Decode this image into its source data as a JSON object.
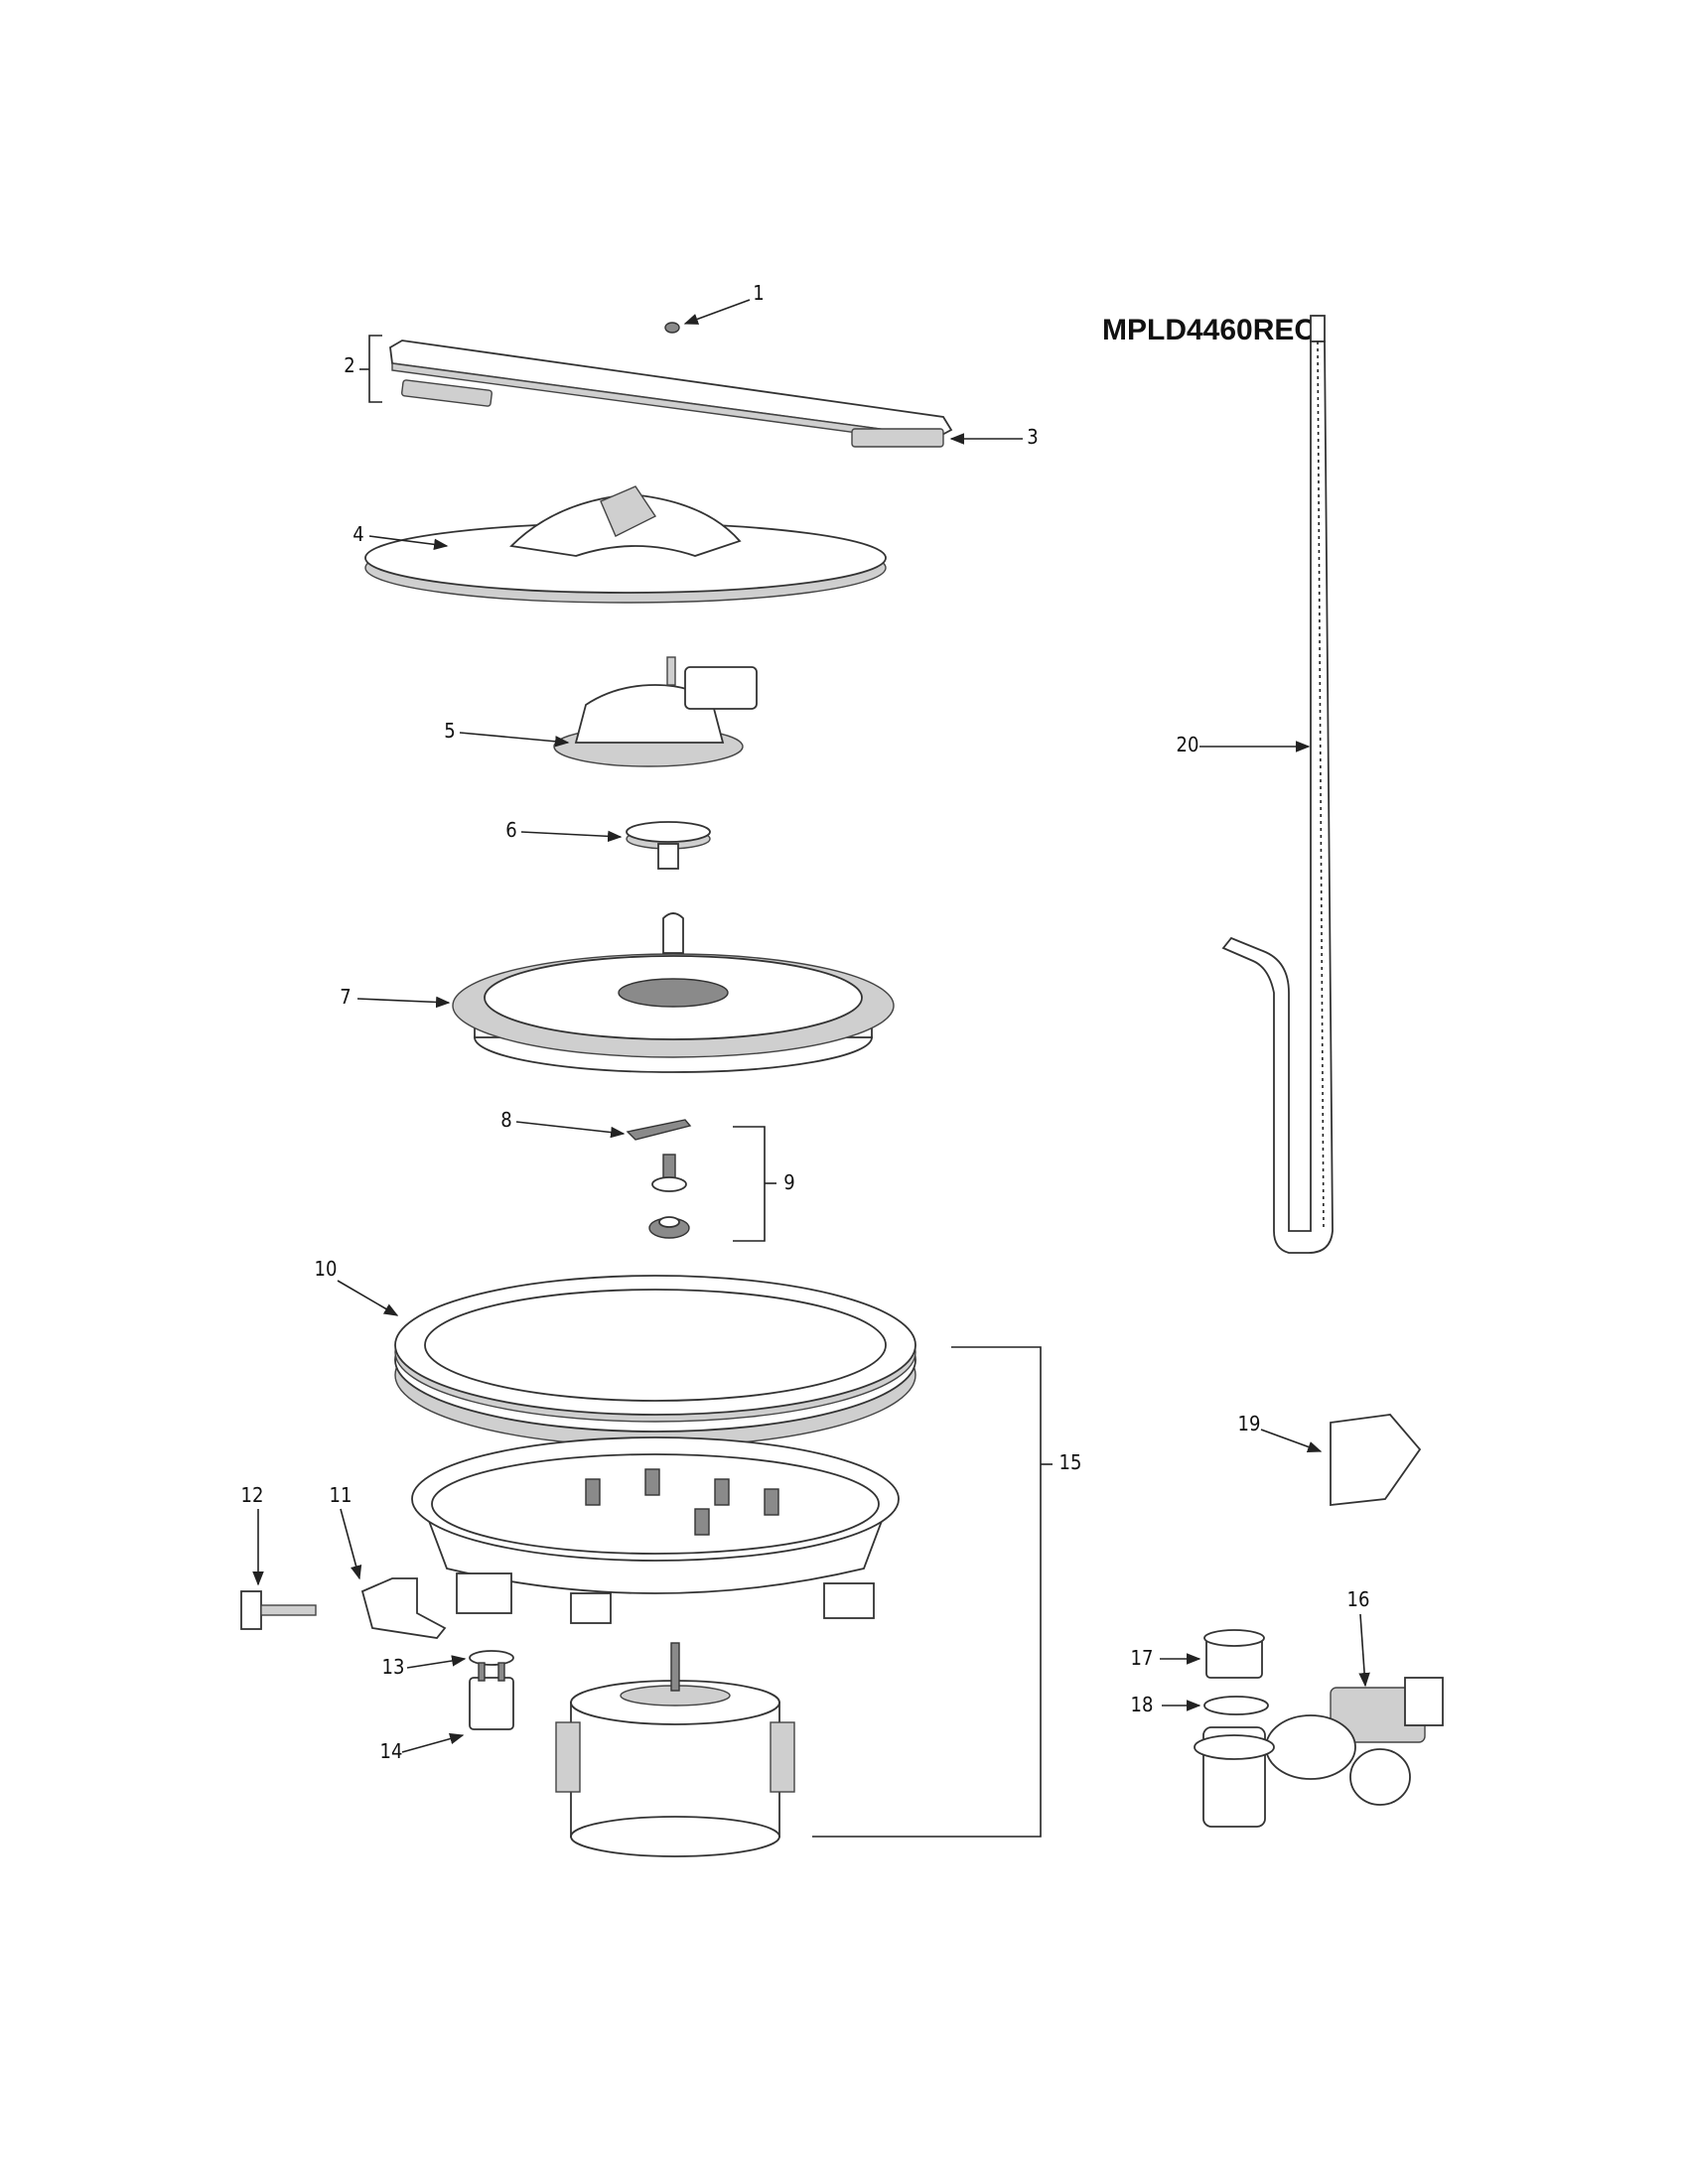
{
  "model_number": "MPLD4460REC",
  "callouts": [
    "1",
    "2",
    "3",
    "4",
    "5",
    "6",
    "7",
    "8",
    "9",
    "10",
    "11",
    "12",
    "13",
    "14",
    "15",
    "16",
    "17",
    "18",
    "19",
    "20"
  ]
}
